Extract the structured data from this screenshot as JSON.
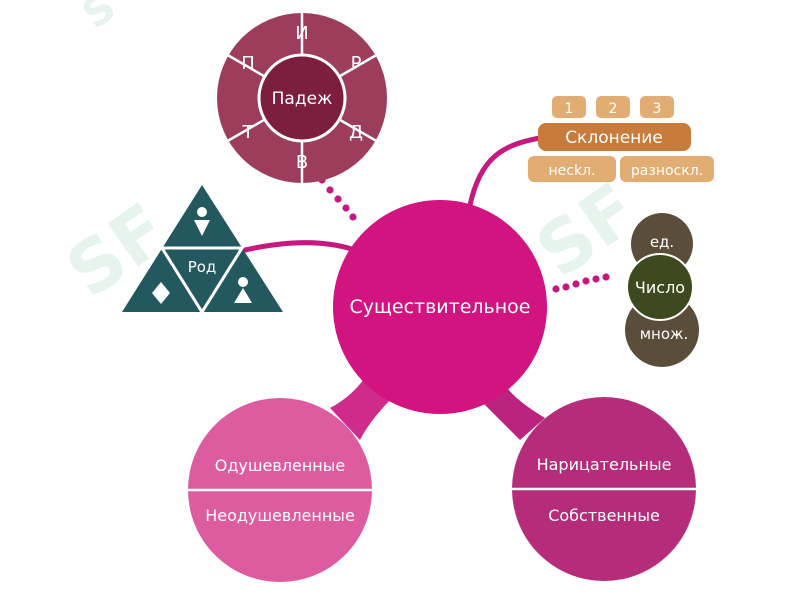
{
  "center": {
    "label": "Существительное",
    "color": "#d1147f"
  },
  "case": {
    "label": "Падеж",
    "letters": [
      "И",
      "Р",
      "Д",
      "В",
      "Т",
      "П"
    ],
    "color_outer": "#9c3d5c",
    "color_inner": "#7c1f3f"
  },
  "gender": {
    "label": "Род",
    "color": "#23595e"
  },
  "declension": {
    "label": "Склонение",
    "numbers": [
      "1",
      "2",
      "3"
    ],
    "extra": [
      "несkл.",
      "разноскл."
    ],
    "color_main": "#c97b3c",
    "color_light": "#e2ad72"
  },
  "number": {
    "label": "Число",
    "singular": "ед.",
    "plural": "множ.",
    "color": "#5a4e3b",
    "color_center": "#3d4a1f"
  },
  "animacy": {
    "top": "Одушевленные",
    "bottom": "Неодушевленные",
    "color": "#dd5ca0"
  },
  "commonness": {
    "top": "Нарицательные",
    "bottom": "Собственные",
    "color": "#b52d7a"
  }
}
